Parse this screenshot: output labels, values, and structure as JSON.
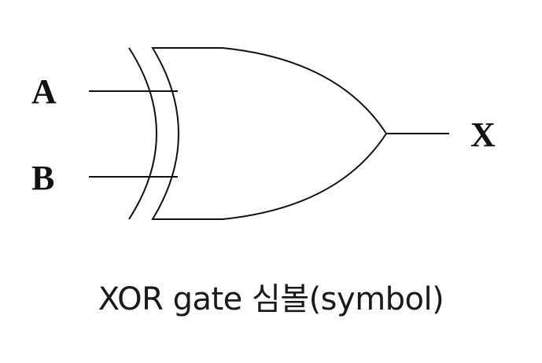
{
  "diagram": {
    "inputs": {
      "a_label": "A",
      "b_label": "B"
    },
    "output": {
      "x_label": "X"
    }
  },
  "caption": {
    "text": "XOR gate 심볼(symbol)"
  }
}
